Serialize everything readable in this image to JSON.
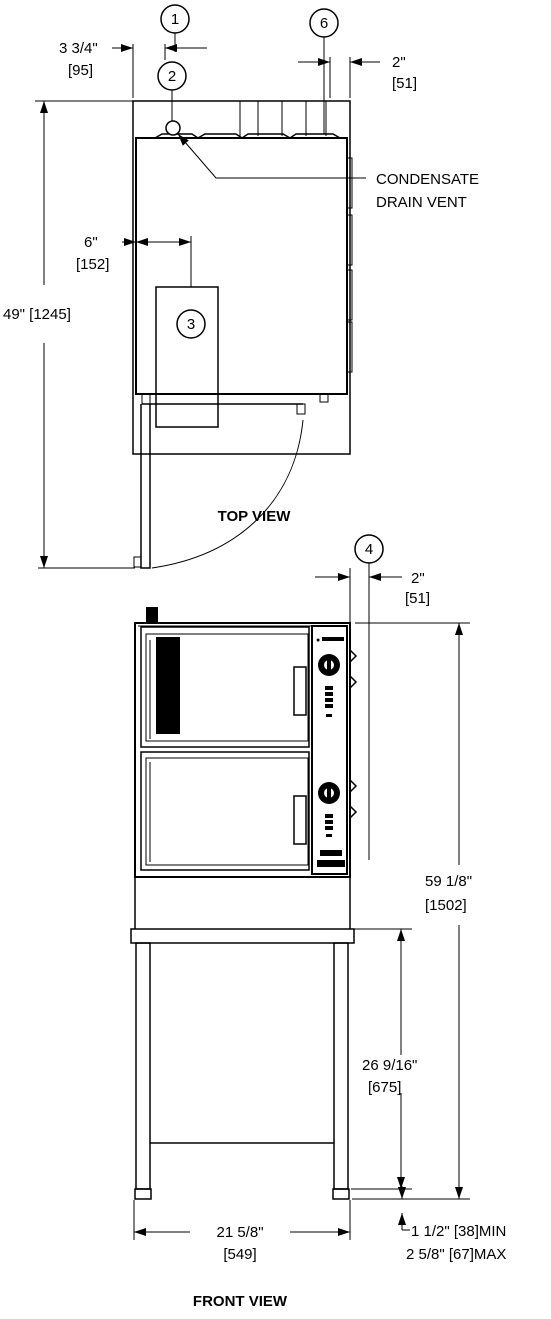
{
  "top_view": {
    "title": "TOP VIEW",
    "callouts": [
      "1",
      "2",
      "3",
      "6"
    ],
    "dims": {
      "left_offset": [
        "3 3/4\"",
        "[95]"
      ],
      "right_offset": [
        "2\"",
        "[51]"
      ],
      "inner_offset": [
        "6\"",
        "[152]"
      ],
      "depth": "49\" [1245]"
    },
    "drain_label": [
      "CONDENSATE",
      "DRAIN VENT"
    ]
  },
  "front_view": {
    "title": "FRONT VIEW",
    "callouts": [
      "4"
    ],
    "dims": {
      "side_clearance": [
        "2\"",
        "[51]"
      ],
      "overall_height": [
        "59 1/8\"",
        "[1502]"
      ],
      "stand_height": [
        "26 9/16\"",
        "[675]"
      ],
      "width": [
        "21 5/8\"",
        "[549]"
      ],
      "foot_adjust": [
        "1 1/2\" [38]MIN",
        "2 5/8\" [67]MAX"
      ]
    }
  }
}
